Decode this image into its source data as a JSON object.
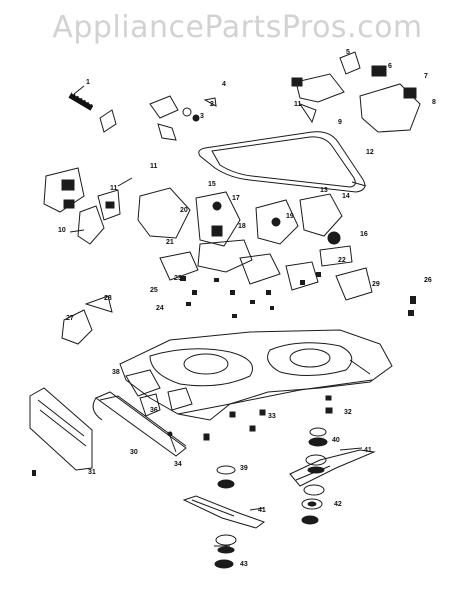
{
  "watermark": "AppliancePartsPros.com",
  "corner_mark": "",
  "callouts": [
    {
      "id": "c1",
      "text": "1"
    },
    {
      "id": "c2",
      "text": "2"
    },
    {
      "id": "c3",
      "text": "3"
    },
    {
      "id": "c4",
      "text": "4"
    },
    {
      "id": "c5",
      "text": "5"
    },
    {
      "id": "c6",
      "text": "6"
    },
    {
      "id": "c7",
      "text": "7"
    },
    {
      "id": "c8",
      "text": "8"
    },
    {
      "id": "c9",
      "text": "9"
    },
    {
      "id": "c10",
      "text": "10"
    },
    {
      "id": "c11a",
      "text": "11"
    },
    {
      "id": "c11b",
      "text": "11"
    },
    {
      "id": "c11c",
      "text": "11"
    },
    {
      "id": "c12",
      "text": "12"
    },
    {
      "id": "c13",
      "text": "13"
    },
    {
      "id": "c14",
      "text": "14"
    },
    {
      "id": "c15",
      "text": "15"
    },
    {
      "id": "c16",
      "text": "16"
    },
    {
      "id": "c17",
      "text": "17"
    },
    {
      "id": "c18",
      "text": "18"
    },
    {
      "id": "c19",
      "text": "19"
    },
    {
      "id": "c20",
      "text": "20"
    },
    {
      "id": "c21",
      "text": "21"
    },
    {
      "id": "c22",
      "text": "22"
    },
    {
      "id": "c23",
      "text": "23"
    },
    {
      "id": "c24",
      "text": "24"
    },
    {
      "id": "c25",
      "text": "25"
    },
    {
      "id": "c26",
      "text": "26"
    },
    {
      "id": "c27",
      "text": "27"
    },
    {
      "id": "c28",
      "text": "28"
    },
    {
      "id": "c29",
      "text": "29"
    },
    {
      "id": "c30",
      "text": "30"
    },
    {
      "id": "c31",
      "text": "31"
    },
    {
      "id": "c32",
      "text": "32"
    },
    {
      "id": "c33",
      "text": "33"
    },
    {
      "id": "c34",
      "text": "34"
    },
    {
      "id": "c36",
      "text": "36"
    },
    {
      "id": "c38",
      "text": "38"
    },
    {
      "id": "c39",
      "text": "39"
    },
    {
      "id": "c40",
      "text": "40"
    },
    {
      "id": "c41a",
      "text": "41"
    },
    {
      "id": "c41b",
      "text": "41"
    },
    {
      "id": "c42",
      "text": "42"
    },
    {
      "id": "c43",
      "text": "43"
    }
  ]
}
